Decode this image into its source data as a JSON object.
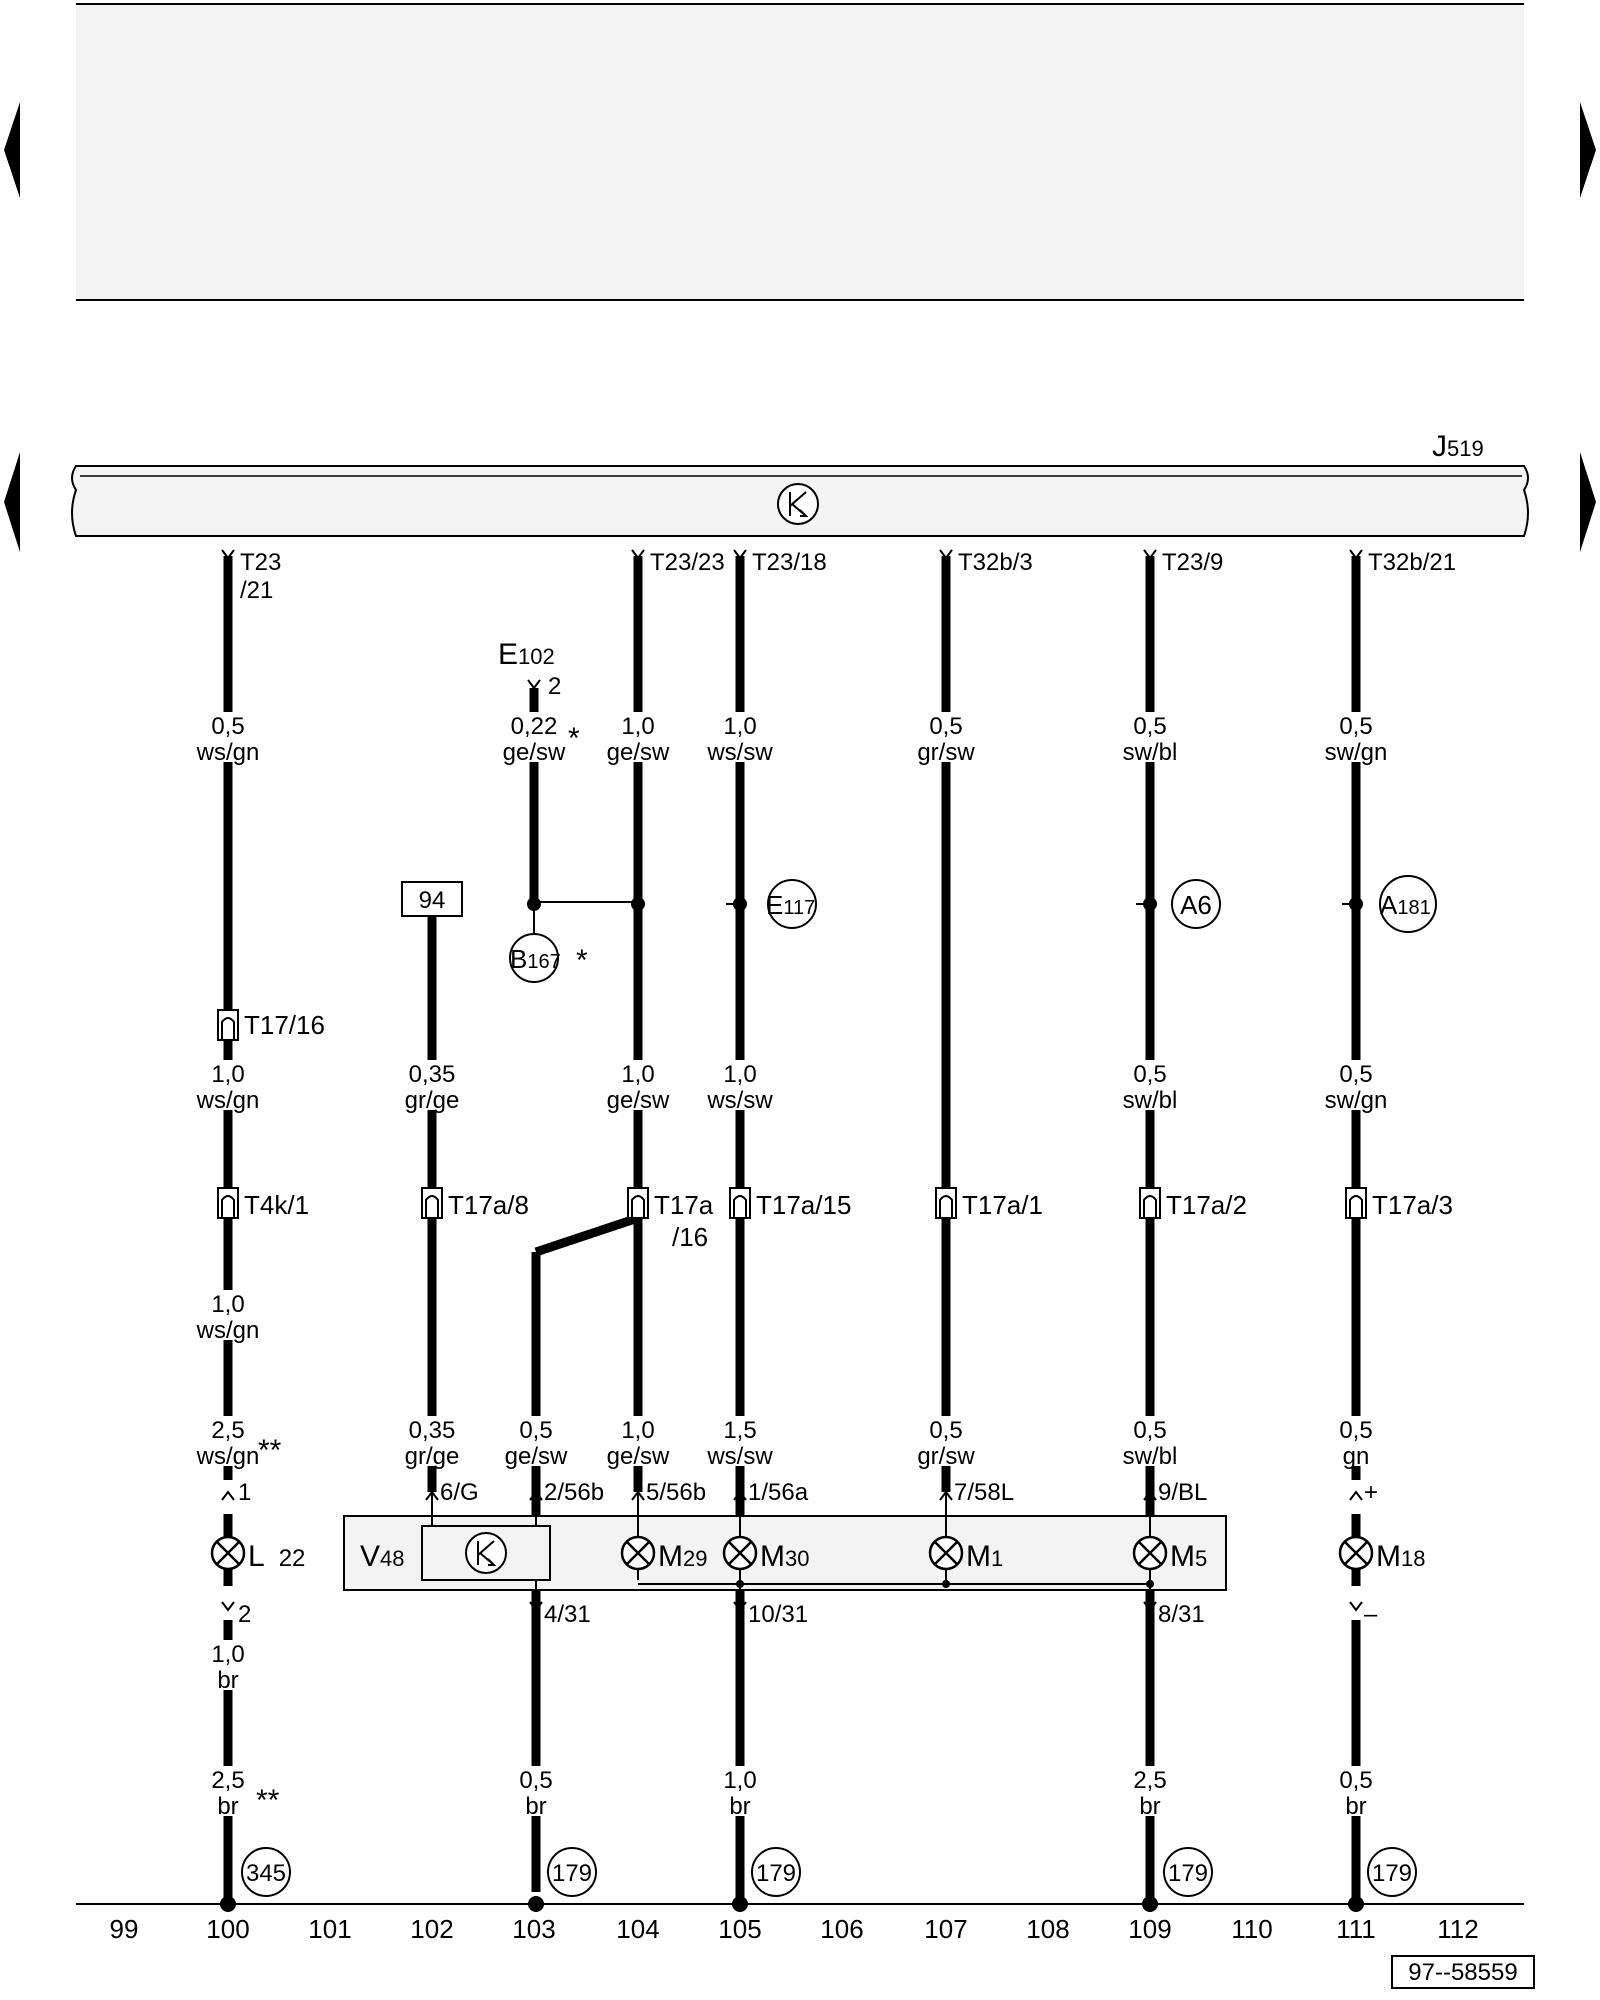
{
  "control_unit": {
    "label": "J",
    "sub": "519"
  },
  "top_pins": [
    {
      "code": "T23",
      "code2": "/21"
    },
    {
      "code": "T23/23",
      "code2": ""
    },
    {
      "code": "T23/18",
      "code2": ""
    },
    {
      "code": "T32b/3",
      "code2": ""
    },
    {
      "code": "T23/9",
      "code2": ""
    },
    {
      "code": "T32b/21",
      "code2": ""
    }
  ],
  "e102": {
    "label": "E",
    "sub": "102",
    "pin": "2"
  },
  "wires_row1": [
    {
      "size": "0,5",
      "color": "ws/gn"
    },
    {
      "size": "0,22",
      "color": "ge/sw",
      "mark": "*"
    },
    {
      "size": "1,0",
      "color": "ge/sw"
    },
    {
      "size": "1,0",
      "color": "ws/sw"
    },
    {
      "size": "0,5",
      "color": "gr/sw"
    },
    {
      "size": "0,5",
      "color": "sw/bl"
    },
    {
      "size": "0,5",
      "color": "sw/gn"
    }
  ],
  "ref_94": "94",
  "splices": [
    {
      "label": "B",
      "sub": "167",
      "mark": "*"
    },
    {
      "label": "E",
      "sub": "117"
    },
    {
      "label": "A6",
      "sub": ""
    },
    {
      "label": "A",
      "sub": "181"
    }
  ],
  "conn_t17_16": "T17/16",
  "wires_row2": [
    {
      "size": "1,0",
      "color": "ws/gn"
    },
    {
      "size": "0,35",
      "color": "gr/ge"
    },
    {
      "size": "1,0",
      "color": "ge/sw"
    },
    {
      "size": "1,0",
      "color": "ws/sw"
    },
    {
      "size": "0,5",
      "color": "sw/bl"
    },
    {
      "size": "0,5",
      "color": "sw/gn"
    }
  ],
  "connectors_row3": [
    {
      "code": "T4k/1"
    },
    {
      "code": "T17a/8"
    },
    {
      "code": "T17a",
      "code2": "/16"
    },
    {
      "code": "T17a/15"
    },
    {
      "code": "T17a/1"
    },
    {
      "code": "T17a/2"
    },
    {
      "code": "T17a/3"
    }
  ],
  "wire_l22_top": {
    "size": "1,0",
    "color": "ws/gn"
  },
  "wires_row4": [
    {
      "size": "2,5",
      "color": "ws/gn",
      "mark": "**"
    },
    {
      "size": "0,35",
      "color": "gr/ge"
    },
    {
      "size": "0,5",
      "color": "ge/sw"
    },
    {
      "size": "1,0",
      "color": "ge/sw"
    },
    {
      "size": "1,5",
      "color": "ws/sw"
    },
    {
      "size": "0,5",
      "color": "gr/sw"
    },
    {
      "size": "0,5",
      "color": "sw/bl"
    },
    {
      "size": "0,5",
      "color": "gn"
    }
  ],
  "pins_row5": [
    "1",
    "6/G",
    "2/56b",
    "5/56b",
    "1/56a",
    "7/58L",
    "9/BL",
    "+"
  ],
  "l22": {
    "label": "L",
    "sub": "22"
  },
  "v48": {
    "label": "V",
    "sub": "48"
  },
  "bulbs": [
    {
      "label": "M",
      "sub": "29"
    },
    {
      "label": "M",
      "sub": "30"
    },
    {
      "label": "M",
      "sub": "1"
    },
    {
      "label": "M",
      "sub": "5"
    },
    {
      "label": "M",
      "sub": "18"
    }
  ],
  "pins_row6": [
    "2",
    "4/31",
    "10/31",
    "8/31",
    "–"
  ],
  "wire_l22_bottom": {
    "size": "1,0",
    "color": "br"
  },
  "wires_row7": [
    {
      "size": "2,5",
      "color": "br",
      "mark": "**"
    },
    {
      "size": "0,5",
      "color": "br"
    },
    {
      "size": "1,0",
      "color": "br"
    },
    {
      "size": "2,5",
      "color": "br"
    },
    {
      "size": "0,5",
      "color": "br"
    }
  ],
  "grounds": [
    "345",
    "179",
    "179",
    "179",
    "179"
  ],
  "scale": [
    "99",
    "100",
    "101",
    "102",
    "103",
    "104",
    "105",
    "106",
    "107",
    "108",
    "109",
    "110",
    "111",
    "112"
  ],
  "figure_id": "97--58559"
}
